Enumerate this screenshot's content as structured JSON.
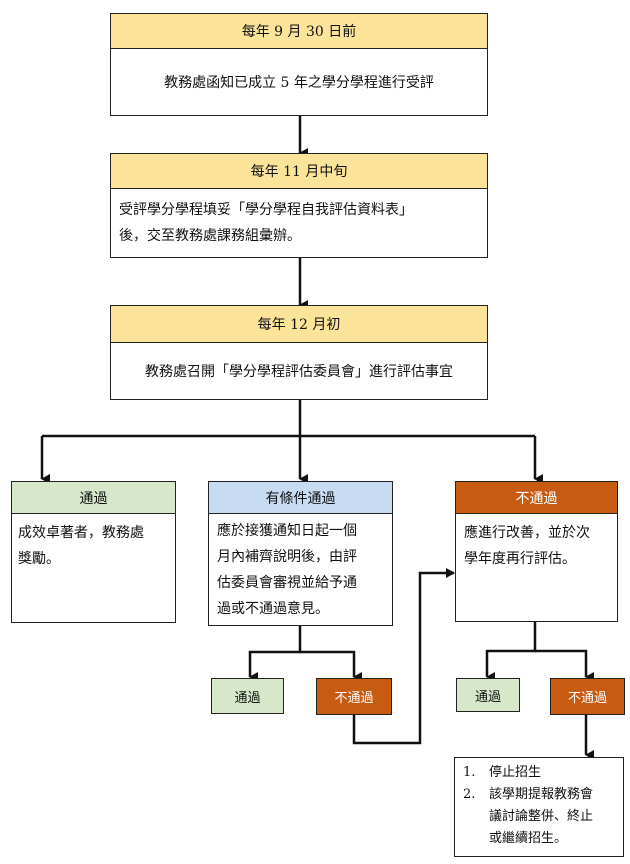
{
  "colors": {
    "header_yellow": "#FBE49A",
    "pass_green": "#D6E8C9",
    "conditional_blue": "#C7DBF3",
    "fail_orange": "#C85B12",
    "line": "#111111"
  },
  "step1": {
    "header": "每年 9 月 30 日前",
    "body": "教務處函知已成立 5 年之學分學程進行受評"
  },
  "step2": {
    "header": "每年 11 月中旬",
    "body_line1": "受評學分學程填妥「學分學程自我評估資料表」",
    "body_line2": "後，交至教務處課務組彙辦。"
  },
  "step3": {
    "header": "每年 12 月初",
    "body": "教務處召開「學分學程評估委員會」進行評估事宜"
  },
  "outcome_pass": {
    "header": "通過",
    "line1": "成效卓著者，教務處",
    "line2": "獎勵。"
  },
  "outcome_conditional": {
    "header": "有條件通過",
    "line1": "應於接獲通知日起一個",
    "line2": "月內補齊說明後，由評",
    "line3": "估委員會審視並給予通",
    "line4": "過或不通過意見。",
    "sub_pass": "通過",
    "sub_fail": "不通過"
  },
  "outcome_fail": {
    "header": "不通過",
    "line1": "應進行改善，並於次",
    "line2": "學年度再行評估。",
    "sub_pass": "通過",
    "sub_fail": "不通過"
  },
  "final": {
    "items": [
      {
        "num": "1.",
        "lines": [
          "停止招生"
        ]
      },
      {
        "num": "2.",
        "lines": [
          "該學期提報教務會",
          "議討論整併、終止",
          "或繼續招生。"
        ]
      }
    ]
  }
}
